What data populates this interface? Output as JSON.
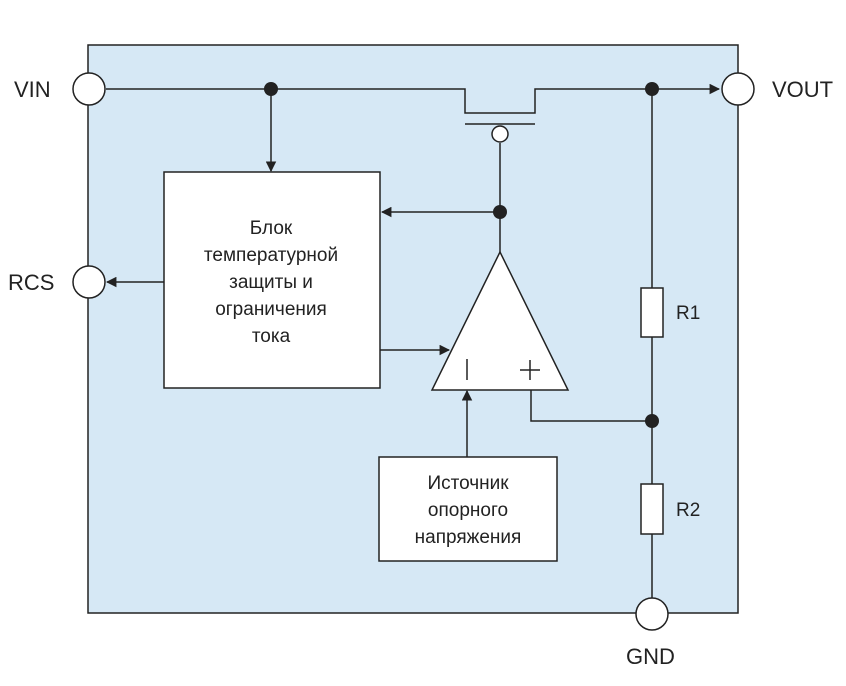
{
  "pins": {
    "vin": "VIN",
    "vout": "VOUT",
    "rcs": "RCS",
    "gnd": "GND"
  },
  "blocks": {
    "protection": [
      "Блок",
      "температурной",
      "защиты и",
      "ограничения",
      "тока"
    ],
    "reference": [
      "Источник",
      "опорного",
      "напряжения"
    ]
  },
  "resistors": {
    "r1": "R1",
    "r2": "R2"
  },
  "opamp": {
    "minus": "−",
    "plus": "+"
  },
  "colors": {
    "chip_fill": "#d6e8f5",
    "line": "#222222",
    "block_fill": "#ffffff"
  }
}
